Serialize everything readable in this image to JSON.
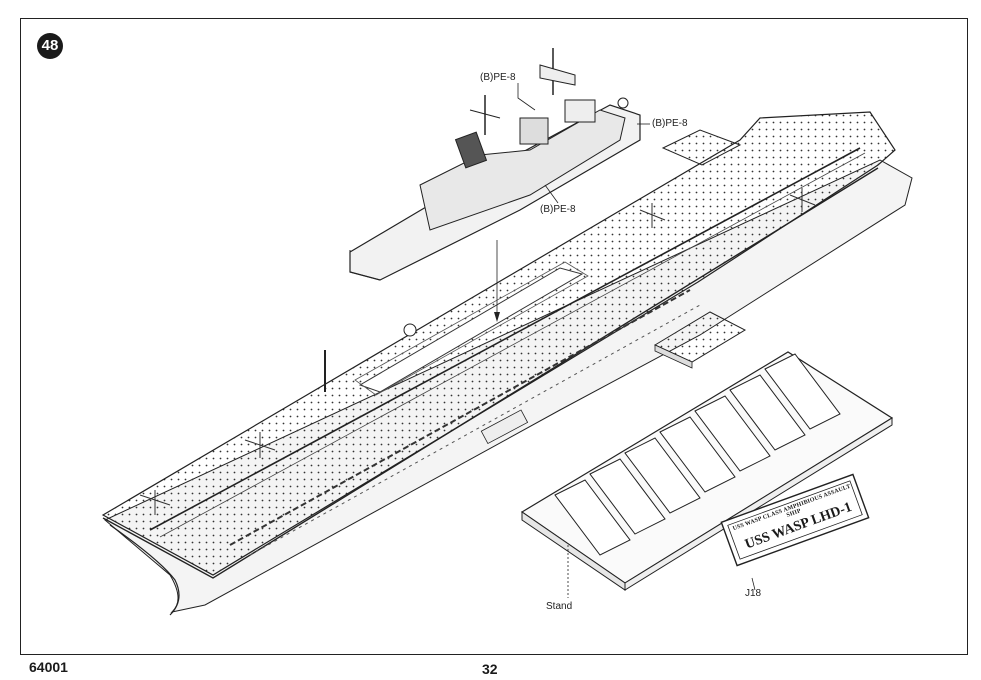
{
  "step": {
    "number": "48"
  },
  "callouts": {
    "pe8_top": "(B)PE-8",
    "pe8_right": "(B)PE-8",
    "pe8_mid": "(B)PE-8",
    "stand": "Stand",
    "nameplate_part": "J18"
  },
  "nameplate": {
    "line1": "USS WASP CLASS AMPHIBIOUS ASSAULT SHIP",
    "line2": "USS WASP LHD-1"
  },
  "footer": {
    "kit_number": "64001",
    "page_number": "32"
  }
}
